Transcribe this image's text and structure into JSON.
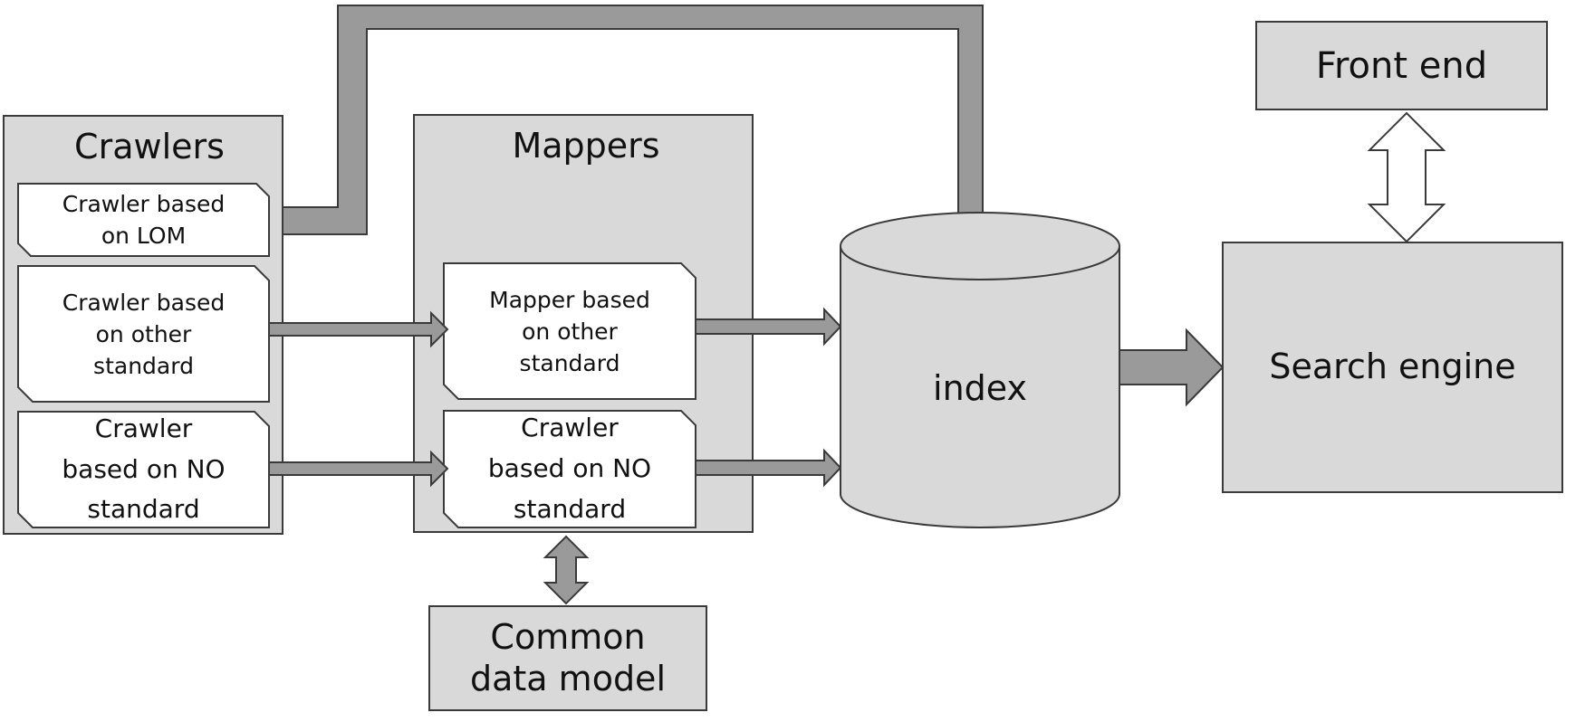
{
  "crawlers": {
    "title": "Crawlers",
    "items": [
      {
        "label": "Crawler based\non LOM"
      },
      {
        "label": "Crawler based\non other\nstandard"
      },
      {
        "label": "Crawler\nbased on NO\nstandard"
      }
    ]
  },
  "mappers": {
    "title": "Mappers",
    "items": [
      {
        "label": "Mapper  based\non other\nstandard"
      },
      {
        "label": "Crawler\nbased on NO\nstandard"
      }
    ]
  },
  "index": {
    "label": "index"
  },
  "search_engine": {
    "label": "Search engine"
  },
  "front_end": {
    "label": "Front end"
  },
  "common_data_model": {
    "label": "Common\ndata model"
  },
  "colors": {
    "panel_fill": "#d9d9d9",
    "card_fill": "#ffffff",
    "arrow_fill": "#9a9a9a",
    "outline": "#3a3a3a",
    "hollow_arrow_fill": "#ffffff"
  }
}
